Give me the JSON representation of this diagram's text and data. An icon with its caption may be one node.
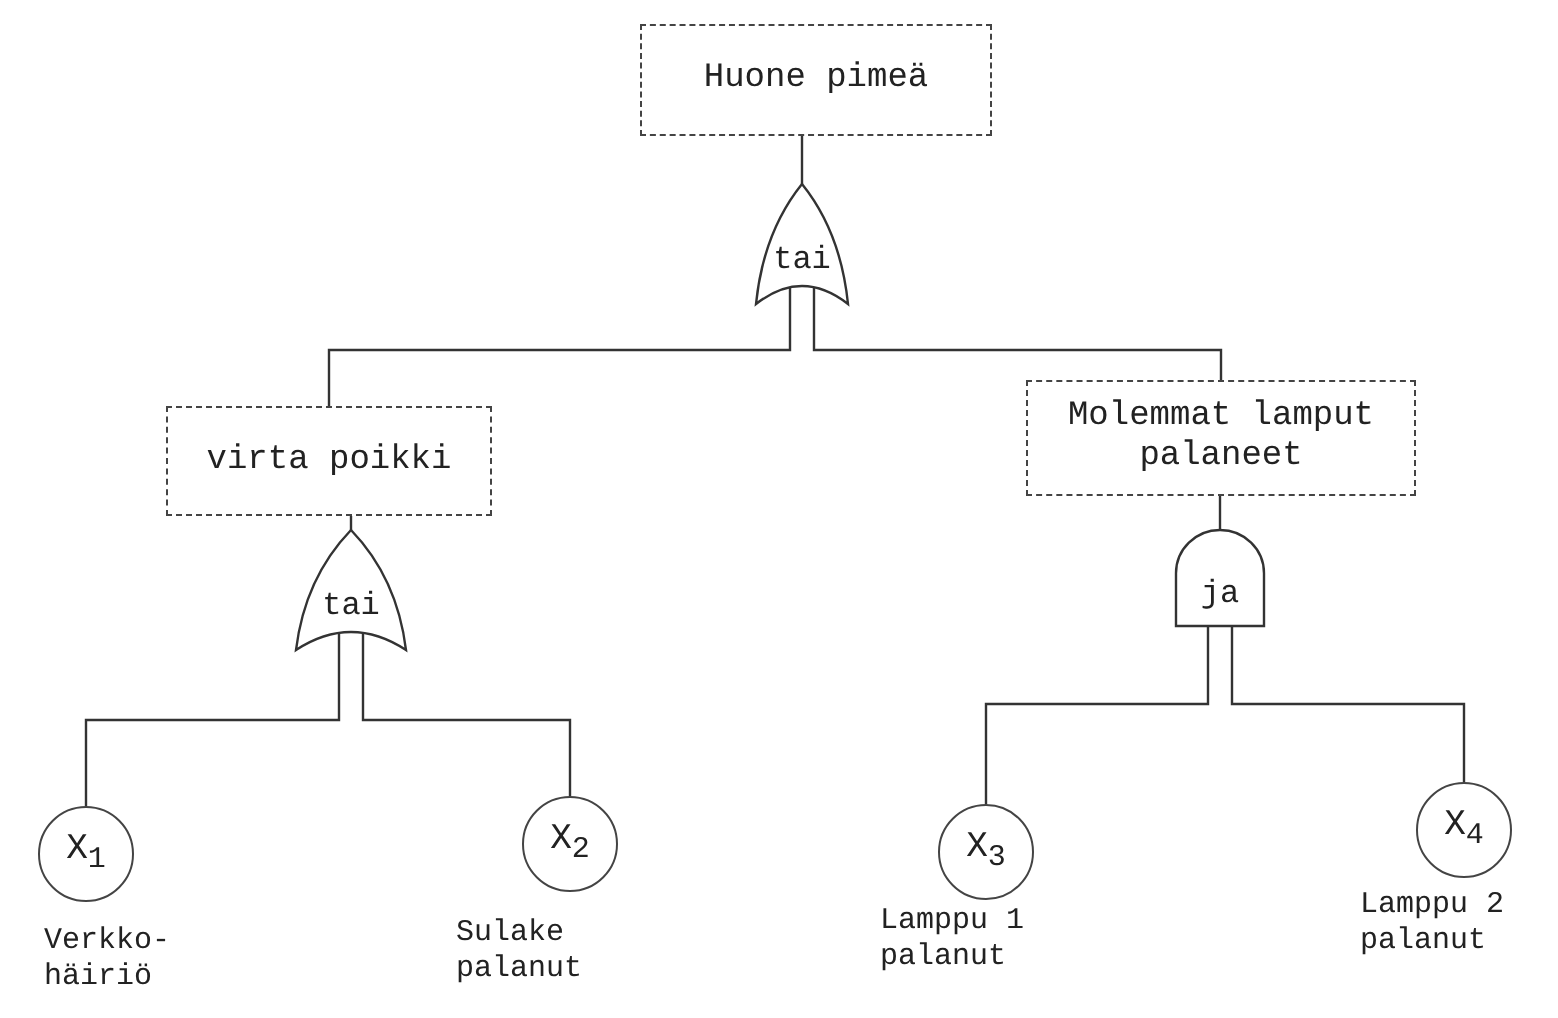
{
  "diagram": {
    "nodes": [
      {
        "text": [
          "Huone pimeä"
        ]
      },
      {
        "text": [
          "tai"
        ]
      },
      {
        "text": [
          "virta poikki"
        ]
      },
      {
        "text": [
          "Molemmat lamput palaneet"
        ]
      },
      {
        "text": [
          "tai"
        ]
      },
      {
        "text": [
          "ja"
        ]
      },
      {
        "text": [
          "X$_{1}$"
        ],
        "beside": [
          "Verkko- häiriö"
        ]
      },
      {
        "text": [
          "X$_{2}$"
        ],
        "beside": [
          "Sulake palanut"
        ]
      },
      {
        "text": [
          "X$_{3}$"
        ],
        "beside": [
          "Lamppu 1 palanut"
        ]
      },
      {
        "text": [
          "X$_{4}$"
        ],
        "beside": [
          "Lamppu 2 palanut"
        ]
      }
    ],
    "edges": [
      {
        "from": 0,
        "to": 1,
        "arrow": "none"
      },
      {
        "from": 1,
        "to": 2,
        "arrow": "none"
      },
      {
        "from": 1,
        "to": 3,
        "arrow": "none"
      },
      {
        "from": 2,
        "to": 4,
        "arrow": "none"
      },
      {
        "from": 3,
        "to": 5,
        "arrow": "none"
      },
      {
        "from": 4,
        "to": 6,
        "arrow": "none"
      },
      {
        "from": 4,
        "to": 7,
        "arrow": "none"
      },
      {
        "from": 5,
        "to": 8,
        "arrow": "none"
      },
      {
        "from": 5,
        "to": 9,
        "arrow": "none"
      }
    ]
  }
}
